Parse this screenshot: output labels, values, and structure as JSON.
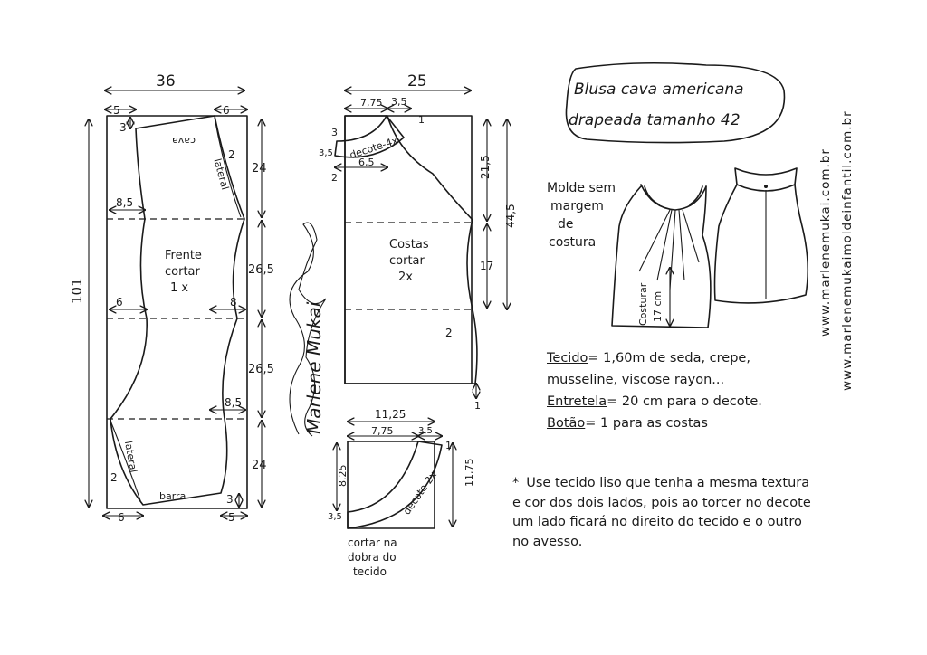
{
  "title": {
    "line1": "Blusa cava americana",
    "line2": "drapeada tamanho 42"
  },
  "subtitle_lines": [
    "Molde sem",
    "margem",
    "de",
    "costura"
  ],
  "websites": [
    "www.marlenemukai.com.br",
    "www.marlenemukaimoldeinfantil.com.br"
  ],
  "signature": "Marlene Mukai",
  "front": {
    "label_lines": [
      "Frente",
      "cortar",
      "1 x"
    ],
    "width": "36",
    "height": "101",
    "top_left": "5",
    "top_right": "6",
    "top_drop": "3",
    "left_offsets": [
      "8,5",
      "6"
    ],
    "right_offsets": [
      "8",
      "8,5"
    ],
    "right_segments": [
      "24",
      "26,5",
      "26,5",
      "24"
    ],
    "right_drop": "2",
    "left_drop": "2",
    "bottom_left": "6",
    "bottom_right": "5",
    "bottom_drop": "3",
    "words": [
      "cava",
      "lateral",
      "lateral",
      "barra"
    ]
  },
  "back": {
    "label_lines": [
      "Costas",
      "cortar",
      "2x"
    ],
    "width": "25",
    "neck_w": "7,75",
    "neck_strip": "3,5",
    "neck_top": "1",
    "left_drop": "3",
    "left_bottom": "2",
    "neck_side": "3,5",
    "neck_inner": "6,5",
    "collar": "decote-4x",
    "side_top": "21,5",
    "side_mid": "17",
    "total": "44,5",
    "side_drop": "2",
    "hem_drop": "1"
  },
  "collar": {
    "width": "11,25",
    "inner": "7,75",
    "top_extra": "3,5",
    "top_drop": "1",
    "left_h": "8,25",
    "left_small": "3,5",
    "right_h": "11,75",
    "label": "decote-2x",
    "fold_lines": [
      "cortar na",
      "dobra do",
      "tecido"
    ]
  },
  "model_label_lines": [
    "Costurar",
    "17 cm"
  ],
  "materials": {
    "fabric_label": "Tecido",
    "fabric_text": "= 1,60m  de seda, crepe,",
    "fabric_text2": "musseline, viscose rayon...",
    "interfacing_label": "Entretela",
    "interfacing_text": "= 20 cm  para o decote.",
    "button_label": "Botão",
    "button_text": "= 1 para as costas"
  },
  "note": "Use tecido liso que tenha a mesma textura e cor dos dois lados, pois ao torcer no decote um lado ficará no direito do tecido e o outro no avesso.",
  "note_marker": "*"
}
